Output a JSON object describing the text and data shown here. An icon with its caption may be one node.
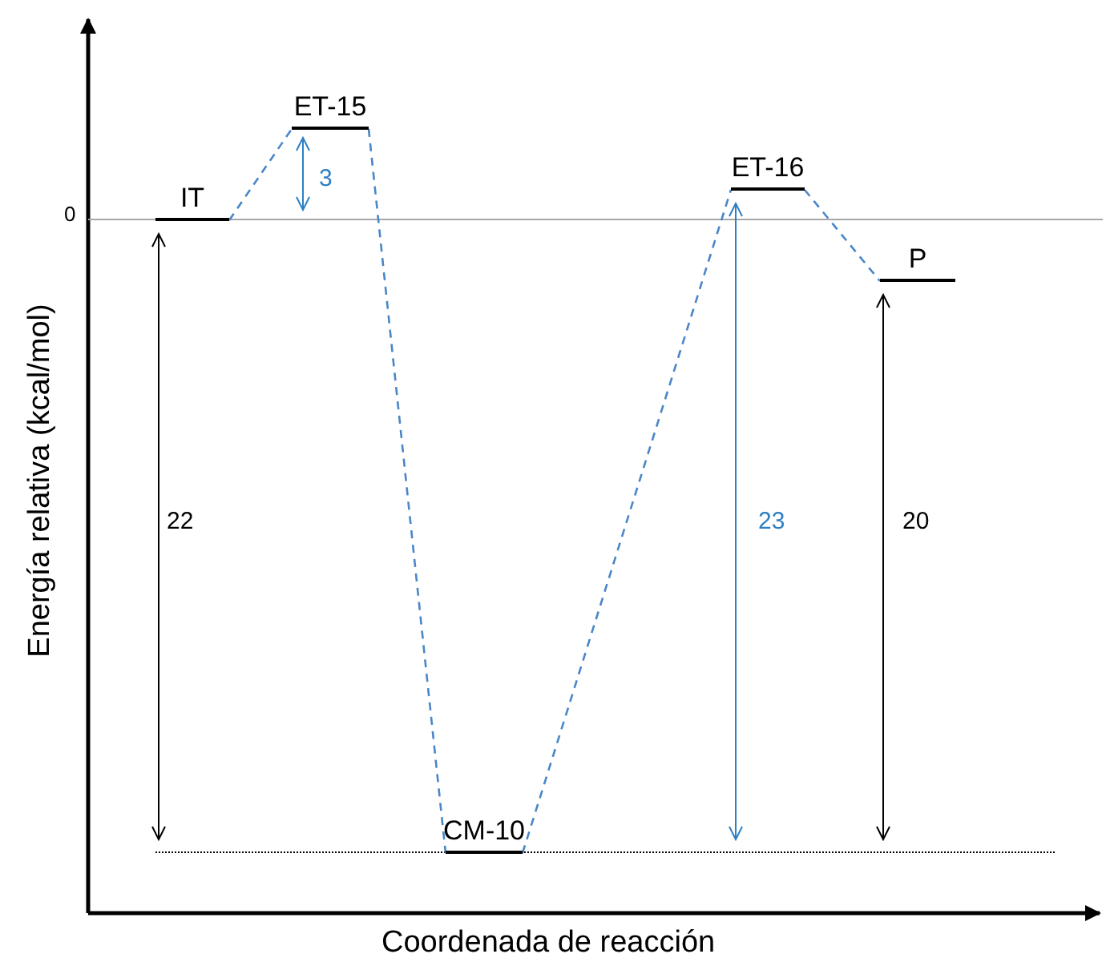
{
  "diagram": {
    "nodes": [
      {
        "text": [
          "IT"
        ]
      },
      {
        "text": [
          "ET-15"
        ]
      },
      {
        "text": [
          "CM-10"
        ]
      },
      {
        "text": [
          "ET-16"
        ]
      },
      {
        "text": [
          "P"
        ]
      }
    ],
    "edges": [
      {
        "from": 0,
        "to": 1,
        "arrow": "none",
        "style": "dashed",
        "color": "#4a86c8"
      },
      {
        "from": 1,
        "to": 2,
        "arrow": "none",
        "style": "dashed",
        "color": "#4a86c8"
      },
      {
        "from": 2,
        "to": 3,
        "arrow": "none",
        "style": "dashed",
        "color": "#4a86c8"
      },
      {
        "from": 3,
        "to": 4,
        "arrow": "none",
        "style": "dashed",
        "color": "#4a86c8"
      }
    ],
    "labels": [
      "0",
      "3",
      "22",
      "23",
      "20",
      "Energía relativa (kcal/mol)",
      "Coordenada de reacción"
    ]
  }
}
